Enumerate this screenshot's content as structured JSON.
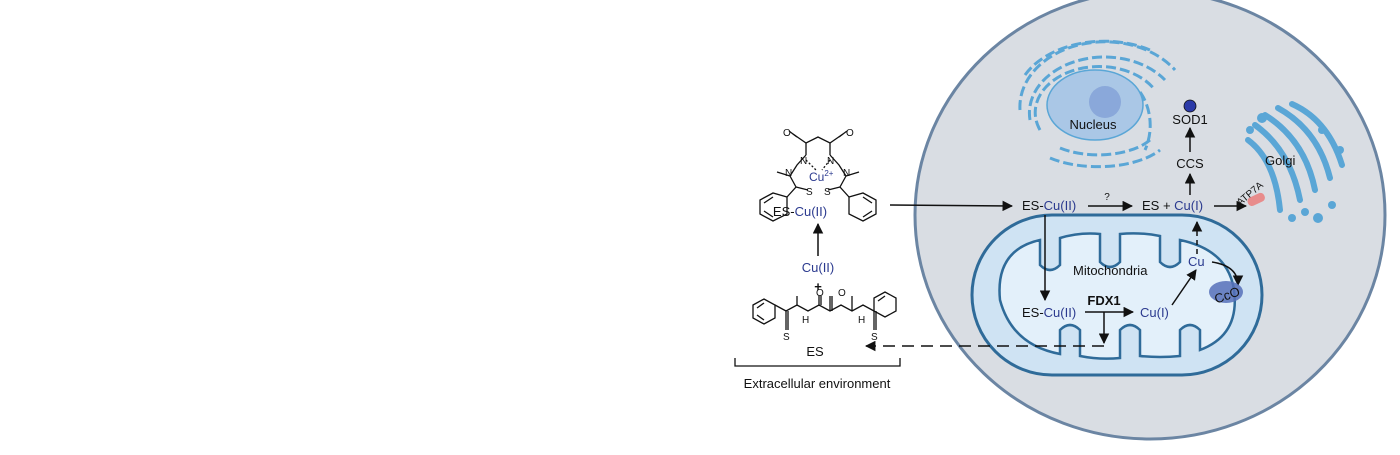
{
  "left": {
    "complex_label_prefix": "ES-",
    "complex_label_cu": "Cu(II)",
    "center_atom": "Cu",
    "center_charge": "2+",
    "cu2_label": "Cu(II)",
    "plus": "+",
    "ligand_label": "ES",
    "extracellular": "Extracellular environment",
    "atoms": {
      "O": "O",
      "N": "N",
      "S": "S",
      "H": "H"
    }
  },
  "cell": {
    "nucleus": "Nucleus",
    "golgi": "Golgi",
    "atp7a": "ATP7A",
    "sod1": "SOD1",
    "ccs": "CCS",
    "es_cu2_prefix": "ES-",
    "es_cu2_cu": "Cu(II)",
    "question": "?",
    "es_plus": "ES + ",
    "cu1": "Cu(I)",
    "mito": {
      "title": "Mitochondria",
      "es_cu2_prefix": "ES-",
      "es_cu2_cu": "Cu(II)",
      "fdx1": "FDX1",
      "cu1": "Cu(I)",
      "cu": "Cu",
      "cco": "CcO"
    }
  },
  "colors": {
    "cell_fill": "#d9dde3",
    "cell_stroke": "#6b85a3",
    "mito_fill": "#cfe3f3",
    "mito_stroke": "#2f6b99",
    "organelle": "#5aa6d6",
    "copper_text": "#2b3a8f",
    "sod1_dot": "#2b3aa8",
    "cco_fill": "#5670b8",
    "atp7a": "#e88c8c"
  }
}
